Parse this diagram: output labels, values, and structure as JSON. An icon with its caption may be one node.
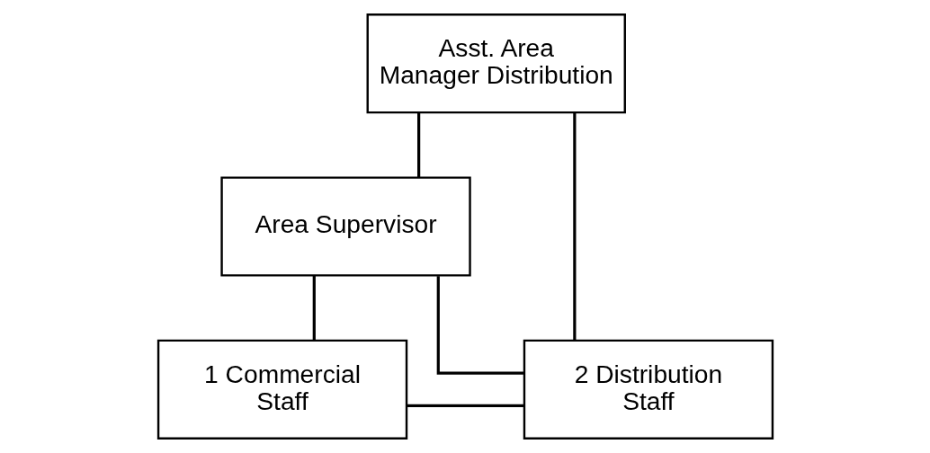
{
  "diagram": {
    "nodes": [
      {
        "text": [
          "Asst. Area Manager Distribution"
        ]
      },
      {
        "text": [
          "Area Supervisor"
        ]
      },
      {
        "text": [
          "1 Commercial Staff"
        ]
      },
      {
        "text": [
          "2 Distribution Staff"
        ]
      }
    ],
    "edges": [
      {
        "from": 0,
        "to": 1,
        "arrow": "none"
      },
      {
        "from": 0,
        "to": 3,
        "arrow": "none"
      },
      {
        "from": 1,
        "to": 2,
        "arrow": "none"
      },
      {
        "from": 1,
        "to": 3,
        "arrow": "none"
      },
      {
        "from": 2,
        "to": 3,
        "arrow": "none"
      }
    ]
  }
}
